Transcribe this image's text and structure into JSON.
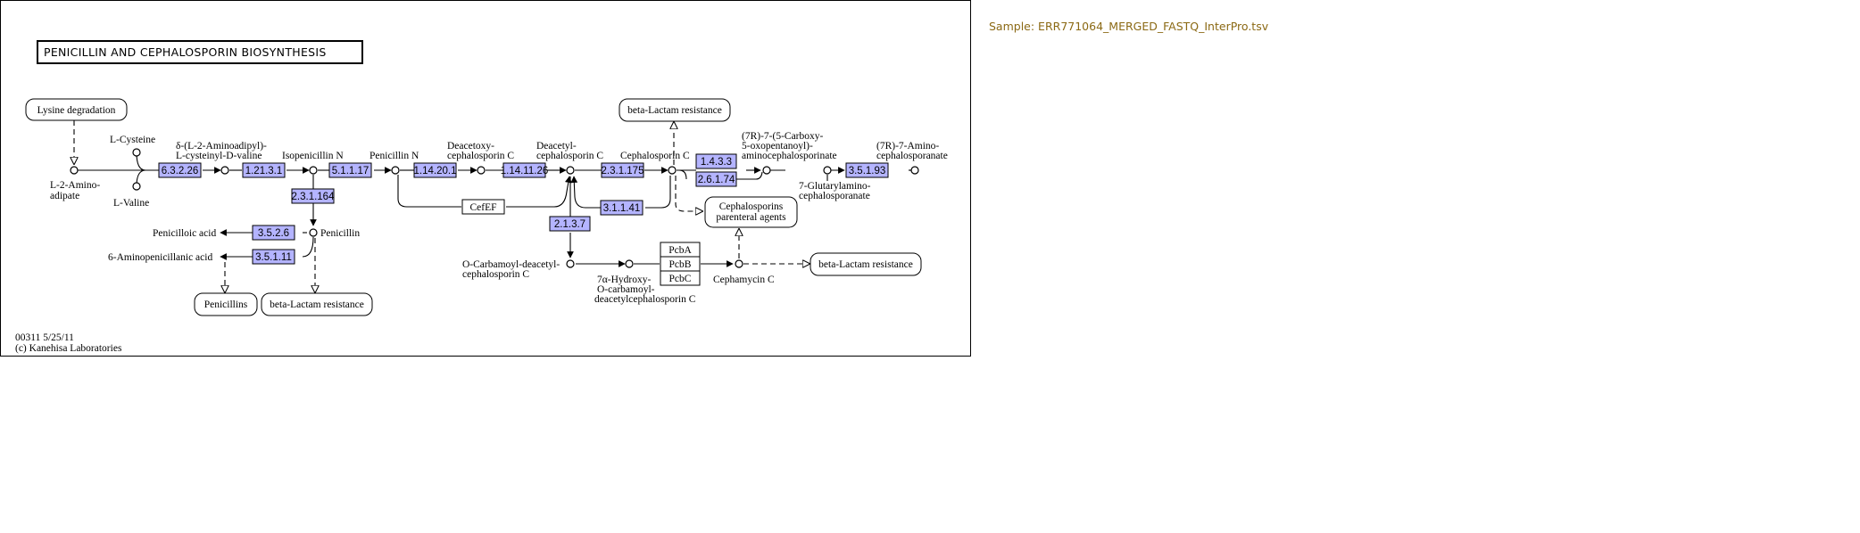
{
  "sample_label": "Sample: ERR771064_MERGED_FASTQ_InterPro.tsv",
  "title": "PENICILLIN AND CEPHALOSPORIN BIOSYNTHESIS",
  "footer": {
    "line1": "00311 5/25/11",
    "line2": "(c) Kanehisa Laboratories"
  },
  "colors": {
    "enzyme_fill": "#b4b4ff",
    "sample_text": "#8b6914",
    "border": "#000000"
  },
  "map_links": {
    "lysine": "Lysine degradation",
    "blactam_top": "beta-Lactam resistance",
    "blactam_bottom": "beta-Lactam resistance",
    "blactam_right": "beta-Lactam resistance",
    "penicillins": "Penicillins",
    "cephalosporins_l1": "Cephalosporins",
    "cephalosporins_l2": "parenteral agents"
  },
  "enzymes": {
    "e6_3_2_26": "6.3.2.26",
    "e1_21_3_1": "1.21.3.1",
    "e5_1_1_17": "5.1.1.17",
    "e1_14_20_1": "1.14.20.1",
    "e1_14_11_26": "1.14.11.26",
    "e2_3_1_175": "2.3.1.175",
    "e1_4_3_3": "1.4.3.3",
    "e2_6_1_74": "2.6.1.74",
    "e3_5_1_93": "3.5.1.93",
    "e2_3_1_164": "2.3.1.164",
    "e3_5_2_6": "3.5.2.6",
    "e3_5_1_11": "3.5.1.11",
    "e3_1_1_41": "3.1.1.41",
    "e2_1_3_7": "2.1.3.7"
  },
  "genes": {
    "cefef": "CefEF",
    "pcba": "PcbA",
    "pcbb": "PcbB",
    "pcbc": "PcbC"
  },
  "compounds": {
    "l_cysteine": "L-Cysteine",
    "l_valine": "L-Valine",
    "aminoadipate_l1": "L-2-Amino-",
    "aminoadipate_l2": "adipate",
    "acv_l1": "δ-(L-2-Aminoadipyl)-",
    "acv_l2": "L-cysteinyl-D-valine",
    "isopenicillin": "Isopenicillin N",
    "penicillin_n": "Penicillin N",
    "deacetoxy_l1": "Deacetoxy-",
    "deacetoxy_l2": "cephalosporin C",
    "deacetyl_l1": "Deacetyl-",
    "deacetyl_l2": "cephalosporin C",
    "cephalosporin_c": "Cephalosporin C",
    "oxo_l1": "(7R)-7-(5-Carboxy-",
    "oxo_l2": "5-oxopentanoyl)-",
    "oxo_l3": "aminocephalosporinate",
    "aca_l1": "(7R)-7-Amino-",
    "aca_l2": "cephalosporanate",
    "glut_l1": "7-Glutarylamino-",
    "glut_l2": "cephalosporanate",
    "penicilloic": "Penicilloic acid",
    "penicillin": "Penicillin",
    "apa": "6-Aminopenicillanic acid",
    "ocarb_l1": "O-Carbamoyl-deacetyl-",
    "ocarb_l2": "cephalosporin C",
    "hydroxy_l1": "7α-Hydroxy-",
    "hydroxy_l2": "O-carbamoyl-",
    "hydroxy_l3": "deacetylcephalosporin C",
    "cephamycin": "Cephamycin C"
  }
}
